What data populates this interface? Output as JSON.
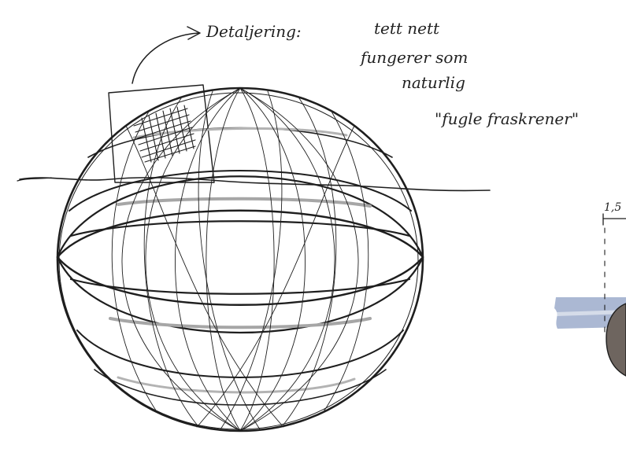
{
  "annotation": {
    "label": "Detaljering:",
    "line1": "tett nett",
    "line2": "fungerer som",
    "line3": "naturlig",
    "line4": "\"fugle fraskrener\""
  },
  "dimension": {
    "label": "1,5"
  },
  "colors": {
    "ink": "#1e1e1e",
    "water": "#8fa0c4",
    "shadow": "#8a8a8a",
    "fill_dark": "#6e655f"
  }
}
